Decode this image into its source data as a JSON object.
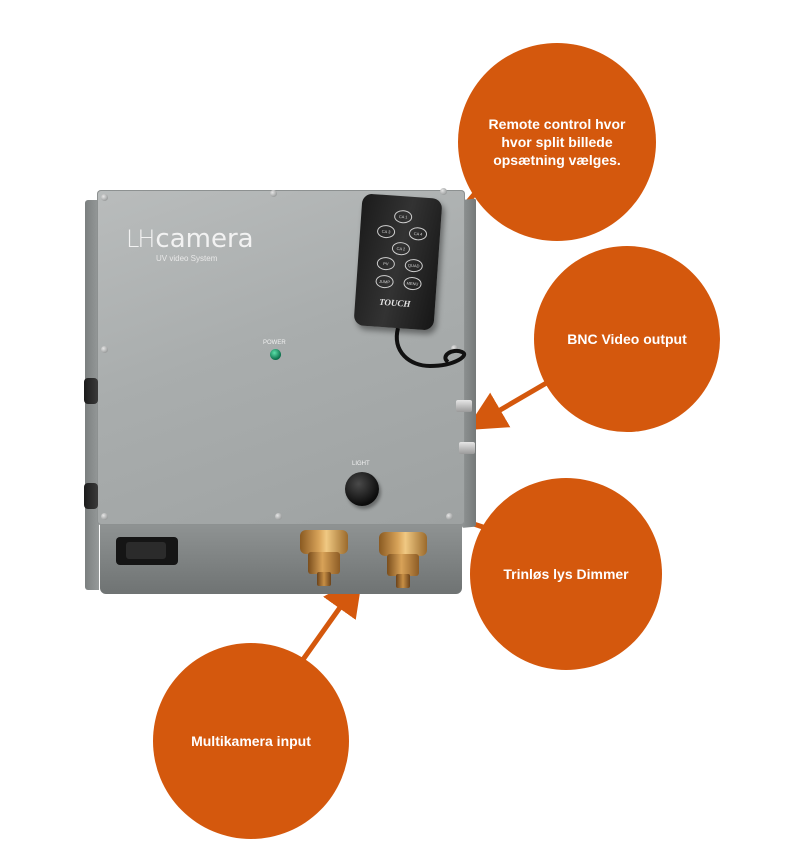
{
  "device": {
    "logo_lh": "LH",
    "logo_camera": "camera",
    "logo_sub": "UV video System",
    "power_label": "POWER",
    "light_label": "LIGHT"
  },
  "remote": {
    "buttons": [
      "CA 1",
      "CA 3",
      "CA 4",
      "CA 2",
      "PV",
      "QUAD",
      "JUMP",
      "MENU"
    ],
    "brand": "TOUCH"
  },
  "callouts": {
    "remote_control": "Remote control hvor hvor split billede opsætning vælges.",
    "bnc_output": "BNC Video output",
    "dimmer": "Trinløs lys Dimmer",
    "multicamera": "Multikamera input"
  },
  "colors": {
    "callout_fill": "#d4580d",
    "callout_text": "#ffffff",
    "power_led": "#1fa86b"
  }
}
